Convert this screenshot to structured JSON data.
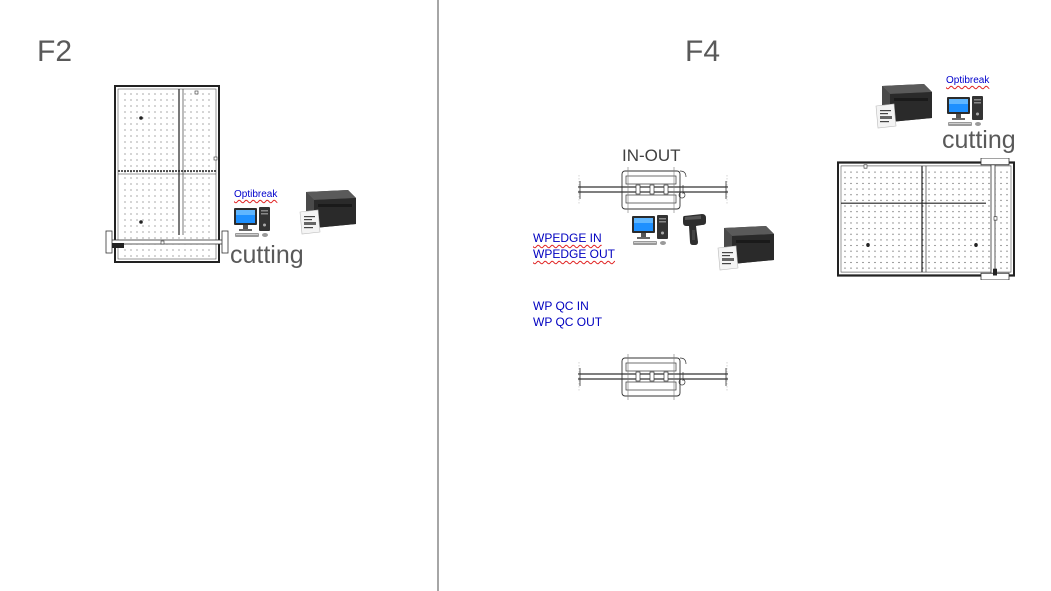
{
  "panels": {
    "left": {
      "title": "F2",
      "optibreak_label": "Optibreak",
      "cutting_label": "cutting"
    },
    "right": {
      "title": "F4",
      "inout_label": "IN-OUT",
      "wpedge_in_label": "WPEDGE IN",
      "wpedge_out_label": "WPEDGE OUT",
      "wpqc_in_label": "WP QC IN",
      "wpqc_out_label": "WP QC OUT",
      "optibreak_label": "Optibreak",
      "cutting_label": "cutting"
    }
  },
  "icons": {
    "table": "cutting-table-icon",
    "computer": "desktop-computer-icon",
    "printer": "label-printer-icon",
    "scanner": "barcode-scanner-icon",
    "conveyor": "conveyor-icon"
  },
  "colors": {
    "divider": "#a6a6a6",
    "title": "#595959",
    "blue_label": "#0000c0",
    "spellcheck_underline": "#e02020"
  }
}
